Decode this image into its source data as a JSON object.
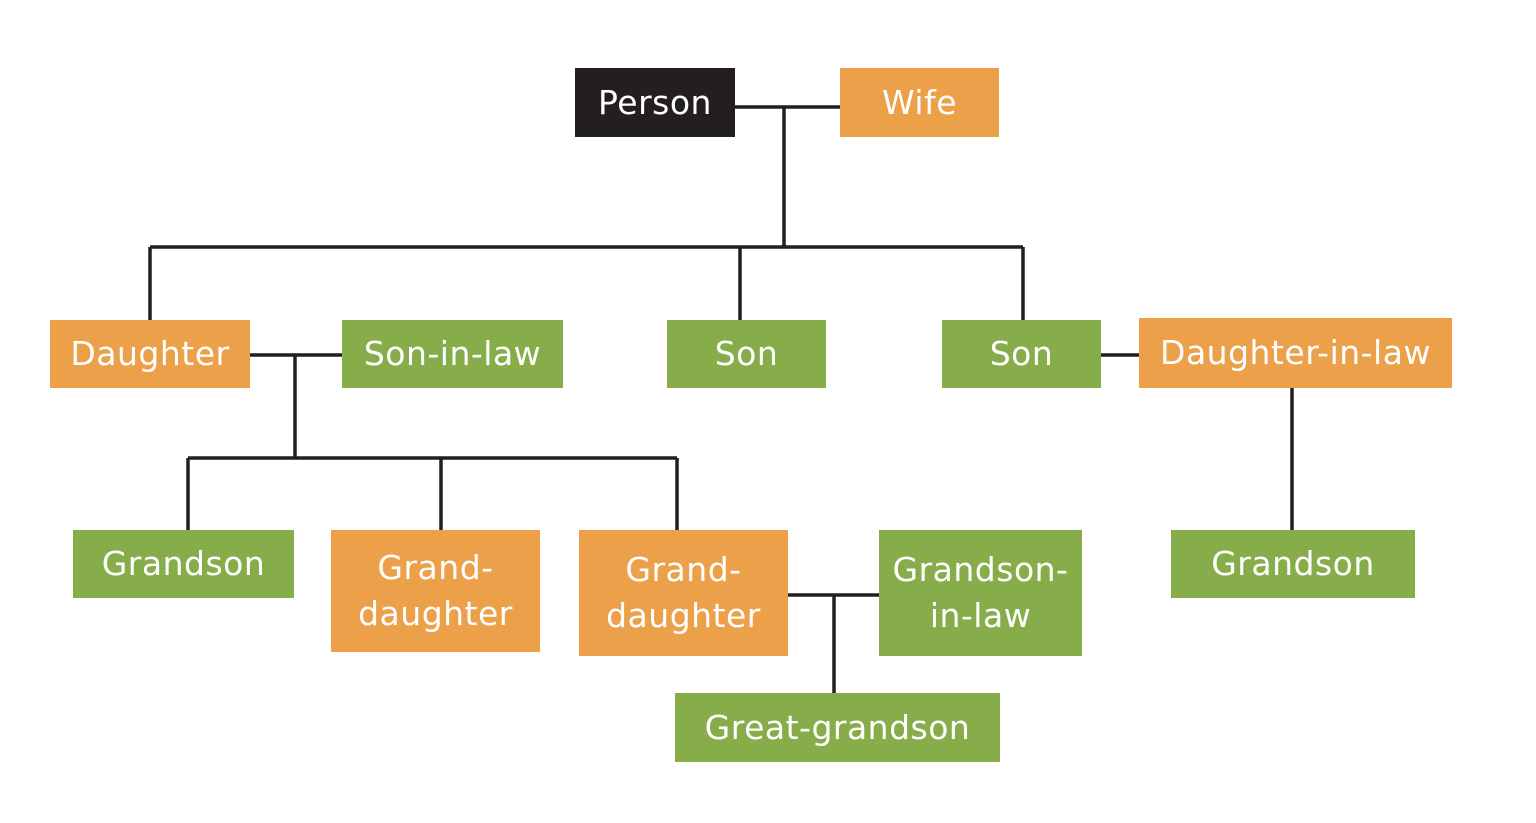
{
  "colors": {
    "self": "#231f20",
    "female": "#eba049",
    "male": "#86ad4a",
    "line": "#231f20",
    "text": "#ffffff"
  },
  "nodes": {
    "person": {
      "lines": [
        "Person"
      ],
      "type": "self"
    },
    "wife": {
      "lines": [
        "Wife"
      ],
      "type": "female"
    },
    "daughter": {
      "lines": [
        "Daughter"
      ],
      "type": "female"
    },
    "son_in_law": {
      "lines": [
        "Son-in-law"
      ],
      "type": "male"
    },
    "son_1": {
      "lines": [
        "Son"
      ],
      "type": "male"
    },
    "son_2": {
      "lines": [
        "Son"
      ],
      "type": "male"
    },
    "daughter_in_law": {
      "lines": [
        "Daughter-in-law"
      ],
      "type": "female"
    },
    "grandson_1": {
      "lines": [
        "Grandson"
      ],
      "type": "male"
    },
    "granddaughter_1": {
      "lines": [
        "Grand-",
        "daughter"
      ],
      "type": "female"
    },
    "granddaughter_2": {
      "lines": [
        "Grand-",
        "daughter"
      ],
      "type": "female"
    },
    "grandson_in_law": {
      "lines": [
        "Grandson-",
        "in-law"
      ],
      "type": "male"
    },
    "great_grandson": {
      "lines": [
        "Great-grandson"
      ],
      "type": "male"
    },
    "grandson_2": {
      "lines": [
        "Grandson"
      ],
      "type": "male"
    }
  }
}
